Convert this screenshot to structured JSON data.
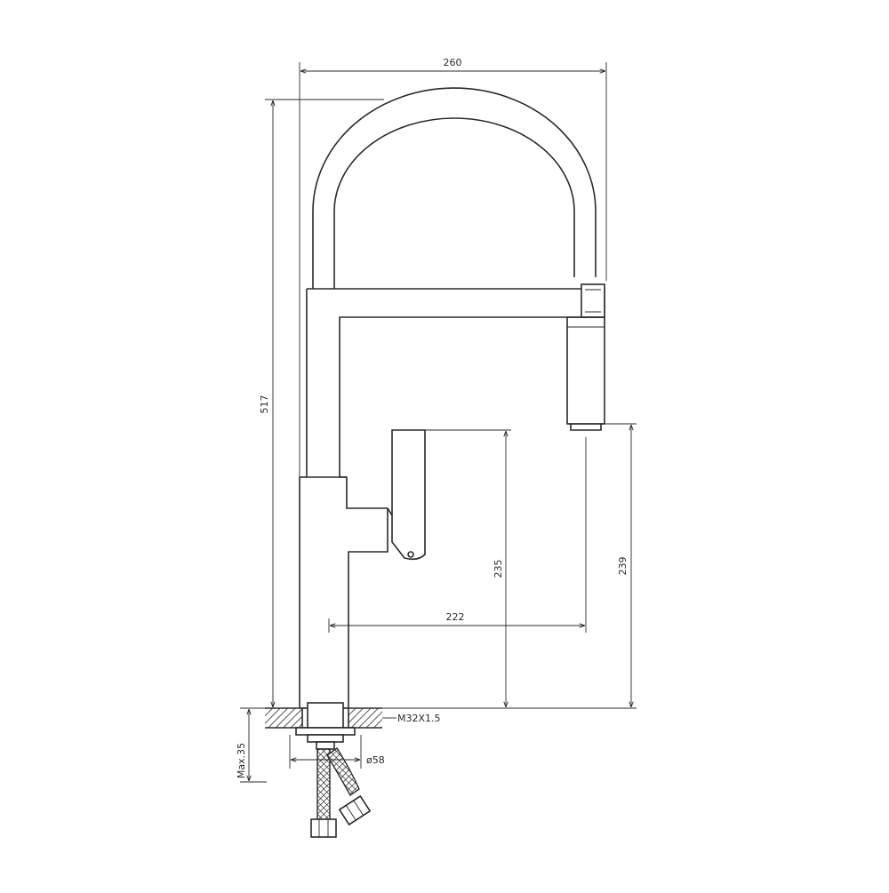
{
  "drawing": {
    "colors": {
      "line": "#2a2a2a",
      "background": "#ffffff"
    },
    "dimensions": {
      "overall_width": "260",
      "overall_height": "517",
      "handle_height": "235",
      "spout_reach": "222",
      "spout_height": "239",
      "thread": "M32X1.5",
      "base_diameter": "ø58",
      "max_deck": "Max.35"
    }
  }
}
